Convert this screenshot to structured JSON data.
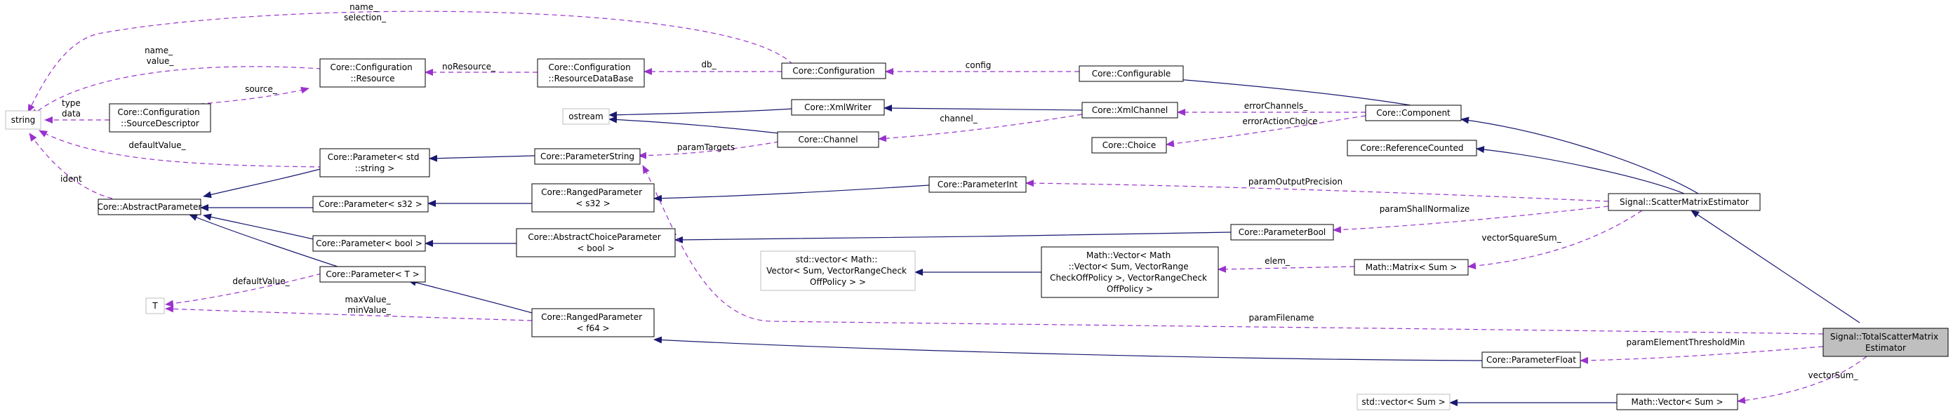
{
  "colors": {
    "inheritance": "#191970",
    "usage": "#9a32cd",
    "focus_fill": "#bfbfbf",
    "external_border": "#bfbfbf"
  },
  "nodes": [
    {
      "id": "string",
      "lines": [
        "string"
      ]
    },
    {
      "id": "abstract_parameter",
      "lines": [
        "Core::AbstractParameter"
      ]
    },
    {
      "id": "T",
      "lines": [
        "T"
      ]
    },
    {
      "id": "cfg_resource",
      "lines": [
        "Core::Configuration",
        "::Resource"
      ]
    },
    {
      "id": "cfg_source_descriptor",
      "lines": [
        "Core::Configuration",
        "::SourceDescriptor"
      ]
    },
    {
      "id": "param_std_string",
      "lines": [
        "Core::Parameter< std",
        "::string >"
      ]
    },
    {
      "id": "param_s32",
      "lines": [
        "Core::Parameter< s32 >"
      ]
    },
    {
      "id": "param_bool",
      "lines": [
        "Core::Parameter< bool >"
      ]
    },
    {
      "id": "param_T",
      "lines": [
        "Core::Parameter< T >"
      ]
    },
    {
      "id": "cfg_resource_db",
      "lines": [
        "Core::Configuration",
        "::ResourceDataBase"
      ]
    },
    {
      "id": "ostream",
      "lines": [
        "ostream"
      ]
    },
    {
      "id": "param_string",
      "lines": [
        "Core::ParameterString"
      ]
    },
    {
      "id": "ranged_s32",
      "lines": [
        "Core::RangedParameter",
        "< s32 >"
      ]
    },
    {
      "id": "abstract_choice_bool",
      "lines": [
        "Core::AbstractChoiceParameter",
        "< bool >"
      ]
    },
    {
      "id": "ranged_f64",
      "lines": [
        "Core::RangedParameter",
        "< f64 >"
      ]
    },
    {
      "id": "configuration",
      "lines": [
        "Core::Configuration"
      ]
    },
    {
      "id": "xml_writer",
      "lines": [
        "Core::XmlWriter"
      ]
    },
    {
      "id": "channel",
      "lines": [
        "Core::Channel"
      ]
    },
    {
      "id": "std_vector_math",
      "lines": [
        "std::vector< Math::",
        "Vector< Sum, VectorRangeCheck",
        "OffPolicy > >"
      ]
    },
    {
      "id": "param_int",
      "lines": [
        "Core::ParameterInt"
      ]
    },
    {
      "id": "math_vector_math",
      "lines": [
        "Math::Vector< Math",
        "::Vector< Sum, VectorRange",
        "CheckOffPolicy >, VectorRangeCheck",
        "OffPolicy >"
      ]
    },
    {
      "id": "configurable",
      "lines": [
        "Core::Configurable"
      ]
    },
    {
      "id": "xml_channel",
      "lines": [
        "Core::XmlChannel"
      ]
    },
    {
      "id": "choice",
      "lines": [
        "Core::Choice"
      ]
    },
    {
      "id": "param_bool_cls",
      "lines": [
        "Core::ParameterBool"
      ]
    },
    {
      "id": "math_matrix",
      "lines": [
        "Math::Matrix< Sum >"
      ]
    },
    {
      "id": "param_float",
      "lines": [
        "Core::ParameterFloat"
      ]
    },
    {
      "id": "std_vector_sum",
      "lines": [
        "std::vector< Sum >"
      ]
    },
    {
      "id": "math_vector_sum",
      "lines": [
        "Math::Vector< Sum >"
      ]
    },
    {
      "id": "component",
      "lines": [
        "Core::Component"
      ]
    },
    {
      "id": "reference_counted",
      "lines": [
        "Core::ReferenceCounted"
      ]
    },
    {
      "id": "scatter_estimator",
      "lines": [
        "Signal::ScatterMatrixEstimator"
      ]
    },
    {
      "id": "total_scatter_estimator",
      "lines": [
        "Signal::TotalScatterMatrix",
        "Estimator"
      ]
    }
  ],
  "edge_labels": [
    {
      "id": "name_selection",
      "lines": [
        "name_",
        "selection_"
      ]
    },
    {
      "id": "name_value",
      "lines": [
        "name_",
        "value_"
      ]
    },
    {
      "id": "source",
      "lines": [
        "source_"
      ]
    },
    {
      "id": "type_data",
      "lines": [
        "type",
        "data"
      ]
    },
    {
      "id": "default_value_string",
      "lines": [
        "defaultValue_"
      ]
    },
    {
      "id": "ident",
      "lines": [
        "ident"
      ]
    },
    {
      "id": "default_value_T",
      "lines": [
        "defaultValue_"
      ]
    },
    {
      "id": "max_min_value",
      "lines": [
        "maxValue_",
        "minValue_"
      ]
    },
    {
      "id": "no_resource",
      "lines": [
        "noResource_"
      ]
    },
    {
      "id": "db",
      "lines": [
        "db_"
      ]
    },
    {
      "id": "config",
      "lines": [
        "config"
      ]
    },
    {
      "id": "channel_label",
      "lines": [
        "channel_"
      ]
    },
    {
      "id": "param_targets",
      "lines": [
        "paramTargets"
      ]
    },
    {
      "id": "error_channels",
      "lines": [
        "errorChannels_"
      ]
    },
    {
      "id": "error_action_choice",
      "lines": [
        "errorActionChoice"
      ]
    },
    {
      "id": "param_output_precision",
      "lines": [
        "paramOutputPrecision"
      ]
    },
    {
      "id": "param_shall_normalize",
      "lines": [
        "paramShallNormalize"
      ]
    },
    {
      "id": "vector_square_sum",
      "lines": [
        "vectorSquareSum_"
      ]
    },
    {
      "id": "elem",
      "lines": [
        "elem_"
      ]
    },
    {
      "id": "param_filename",
      "lines": [
        "paramFilename"
      ]
    },
    {
      "id": "param_element_threshold_min",
      "lines": [
        "paramElementThresholdMin"
      ]
    },
    {
      "id": "vector_sum",
      "lines": [
        "vectorSum_"
      ]
    }
  ]
}
